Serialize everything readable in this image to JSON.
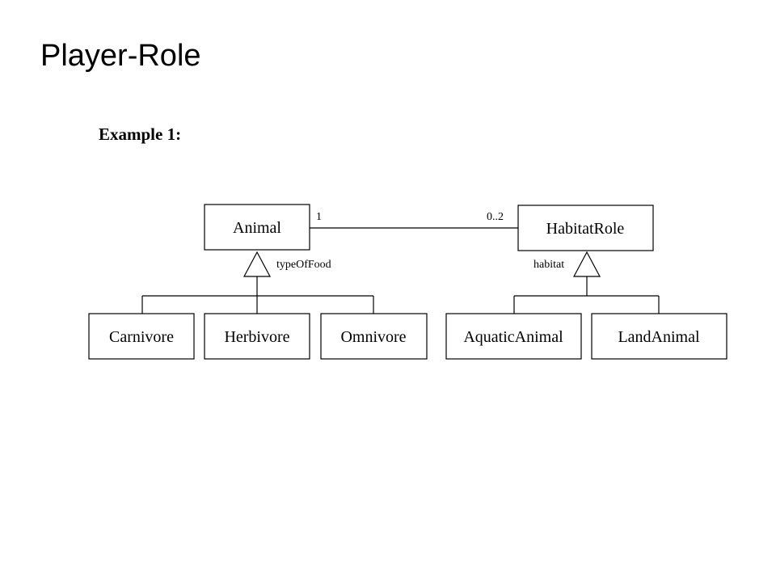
{
  "slide": {
    "title": "Player-Role",
    "subtitle": "Example 1:"
  },
  "diagram": {
    "classes": {
      "animal": "Animal",
      "habitat_role": "HabitatRole",
      "carnivore": "Carnivore",
      "herbivore": "Herbivore",
      "omnivore": "Omnivore",
      "aquatic_animal": "AquaticAnimal",
      "land_animal": "LandAnimal"
    },
    "association": {
      "multiplicity_animal": "1",
      "multiplicity_habitat_role": "0..2"
    },
    "generalizations": {
      "animal_discriminator": "typeOfFood",
      "habitat_discriminator": "habitat"
    },
    "colors": {
      "line": "#000000",
      "box_fill": "#ffffff"
    }
  }
}
